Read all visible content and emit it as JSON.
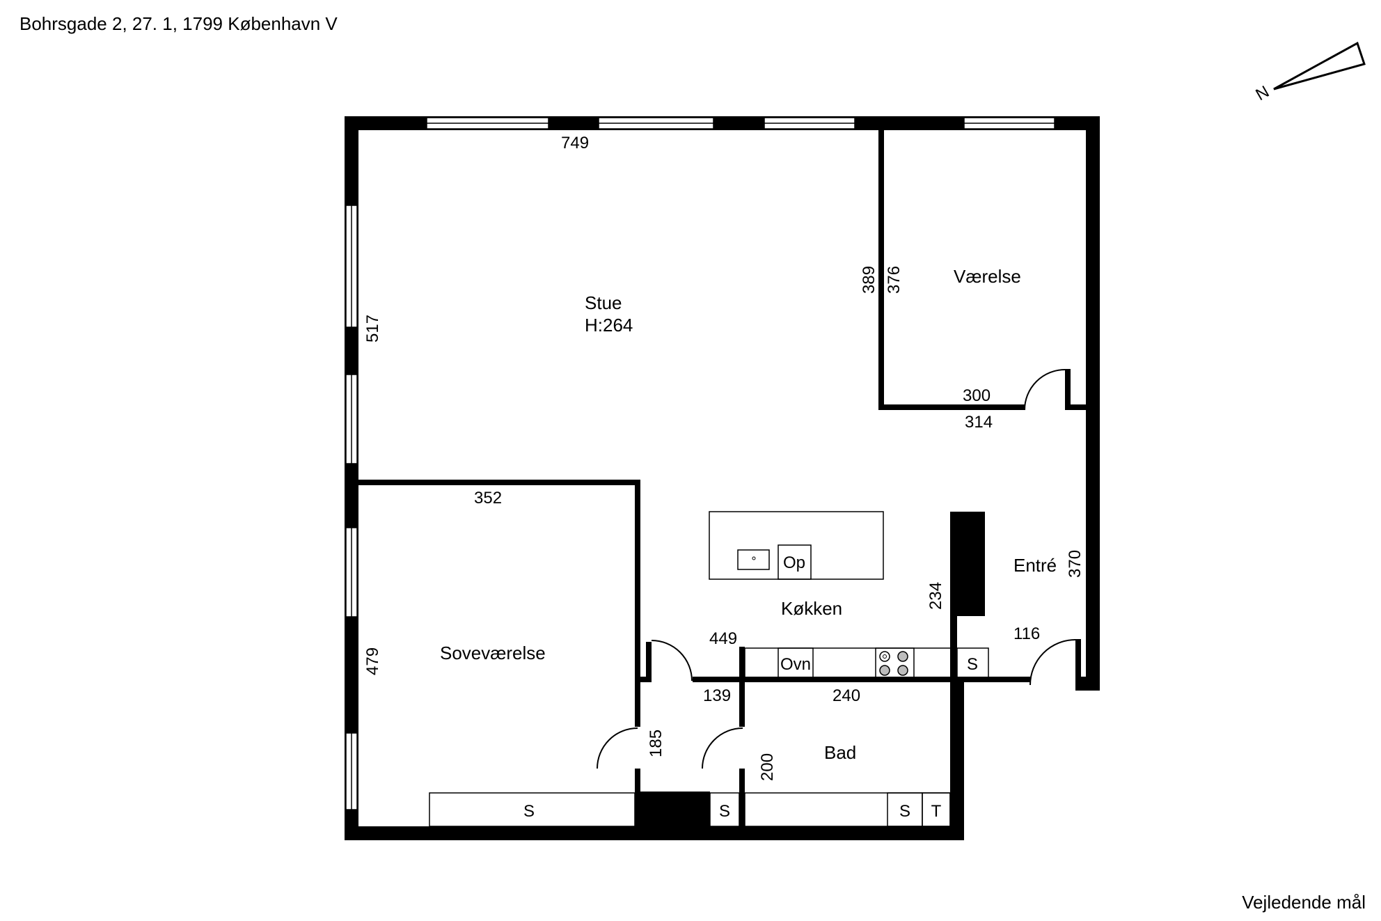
{
  "address": "Bohrsgade 2, 27. 1, 1799 København V",
  "footer": "Vejledende mål",
  "compass": {
    "label": "N",
    "icon": "north-arrow-icon"
  },
  "rooms": {
    "stue": {
      "name": "Stue",
      "height": "H:264"
    },
    "vaerelse": {
      "name": "Værelse"
    },
    "sovevaerelse": {
      "name": "Soveværelse"
    },
    "koekken": {
      "name": "Køkken"
    },
    "entre": {
      "name": "Entré"
    },
    "bad": {
      "name": "Bad"
    }
  },
  "fixtures": {
    "oppvask": "Op",
    "ovn": "Ovn",
    "skab": "S",
    "toilet": "T"
  },
  "dimensions": {
    "stue_width": "749",
    "stue_height": "517",
    "vaerelse_left": "389",
    "vaerelse_right": "376",
    "vaerelse_inner": "300",
    "vaerelse_outer": "314",
    "sove_width": "352",
    "sove_height": "479",
    "koekken_width": "449",
    "koekken_depth": "234",
    "entre_height": "370",
    "entre_door": "116",
    "hall_width": "139",
    "bad_width": "240",
    "hall_height": "185",
    "bad_height": "200"
  }
}
